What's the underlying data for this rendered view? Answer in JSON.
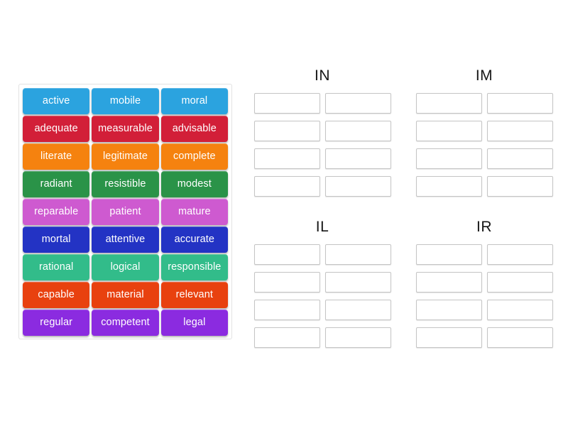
{
  "activity": {
    "type": "word-sort-drag-and-drop"
  },
  "tile_pool": {
    "name": "word-tiles",
    "rows": [
      {
        "color": "#2BA3DF",
        "tiles": [
          "active",
          "mobile",
          "moral"
        ]
      },
      {
        "color": "#D21F38",
        "tiles": [
          "adequate",
          "measurable",
          "advisable"
        ]
      },
      {
        "color": "#F5820F",
        "tiles": [
          "literate",
          "legitimate",
          "complete"
        ]
      },
      {
        "color": "#2A9348",
        "tiles": [
          "radiant",
          "resistible",
          "modest"
        ]
      },
      {
        "color": "#CE5AD0",
        "tiles": [
          "reparable",
          "patient",
          "mature"
        ]
      },
      {
        "color": "#2333C4",
        "tiles": [
          "mortal",
          "attentive",
          "accurate"
        ]
      },
      {
        "color": "#32BC8A",
        "tiles": [
          "rational",
          "logical",
          "responsible"
        ]
      },
      {
        "color": "#E8410F",
        "tiles": [
          "capable",
          "material",
          "relevant"
        ]
      },
      {
        "color": "#8B2BE0",
        "tiles": [
          "regular",
          "competent",
          "legal"
        ]
      }
    ]
  },
  "categories": [
    {
      "title": "IN",
      "slot_count": 8
    },
    {
      "title": "IM",
      "slot_count": 8
    },
    {
      "title": "IL",
      "slot_count": 8
    },
    {
      "title": "IR",
      "slot_count": 8
    }
  ]
}
